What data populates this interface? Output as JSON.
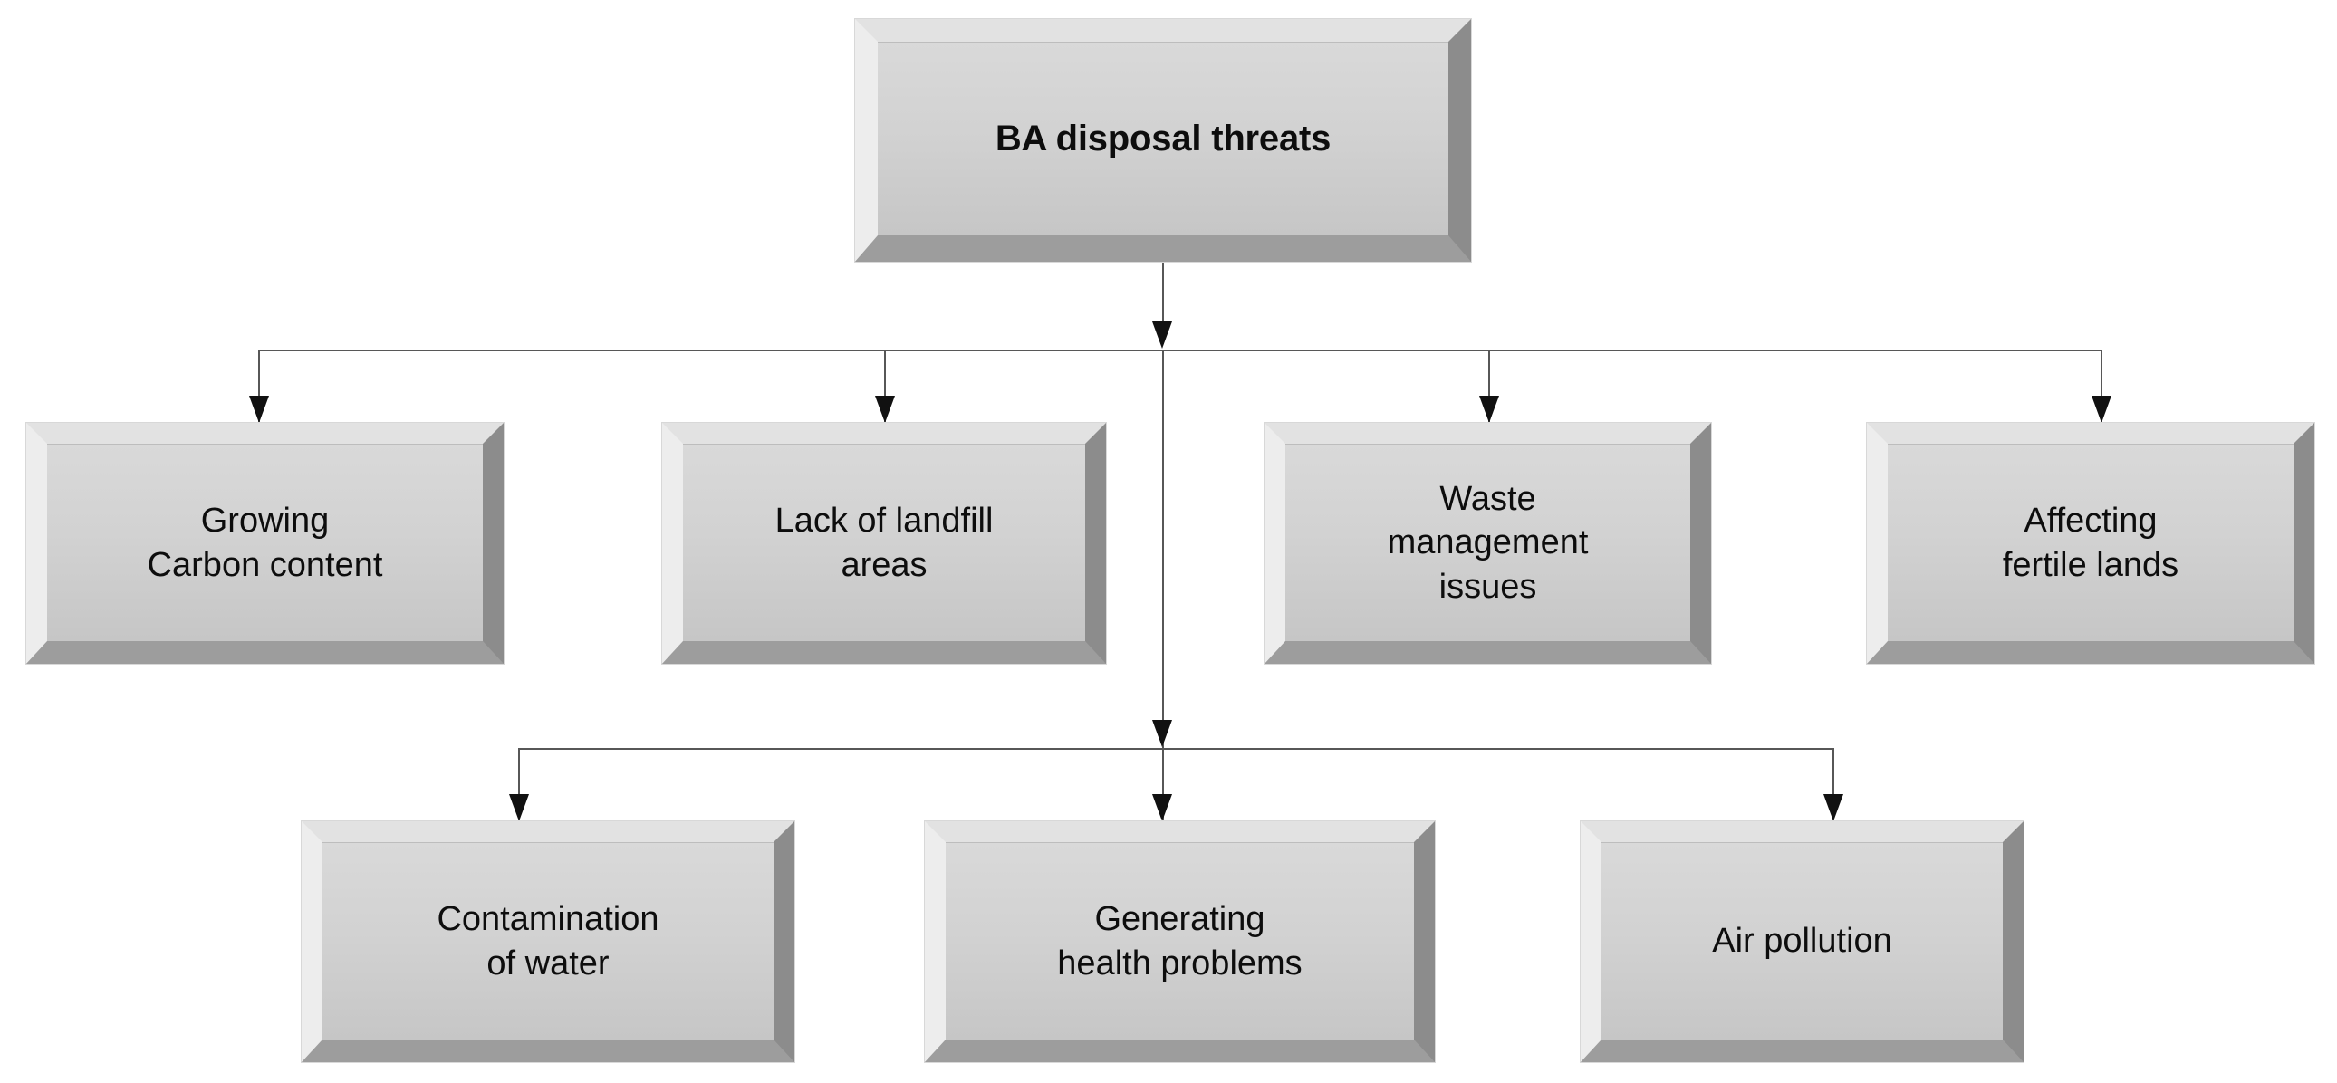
{
  "diagram": {
    "title": "BA disposal threats",
    "type": "hierarchy-tree",
    "colors": {
      "box_face_light": "#d9d9d9",
      "box_face_dark": "#c6c6c6",
      "bevel_top": "#e2e2e2",
      "bevel_left": "#ededed",
      "bevel_right": "#8c8c8c",
      "bevel_bottom": "#9d9d9d",
      "connector": "#575757",
      "arrow": "#111111",
      "text": "#0d0d0d",
      "background": "#ffffff"
    },
    "root": {
      "label": "BA disposal threats"
    },
    "row1": [
      {
        "label": "Growing\nCarbon content",
        "line1": "Growing",
        "line2": "Carbon content"
      },
      {
        "label": "Lack of landfill\nareas",
        "line1": "Lack of landfill",
        "line2": "areas"
      },
      {
        "label": "Waste\nmanagement\nissues",
        "line1": "Waste",
        "line2": "management",
        "line3": "issues"
      },
      {
        "label": "Affecting\nfertile lands",
        "line1": "Affecting",
        "line2": "fertile lands"
      }
    ],
    "row2": [
      {
        "label": "Contamination\nof water",
        "line1": "Contamination",
        "line2": "of water"
      },
      {
        "label": "Generating\nhealth problems",
        "line1": "Generating",
        "line2": "health problems"
      },
      {
        "label": "Air pollution",
        "line1": "Air pollution"
      }
    ]
  }
}
